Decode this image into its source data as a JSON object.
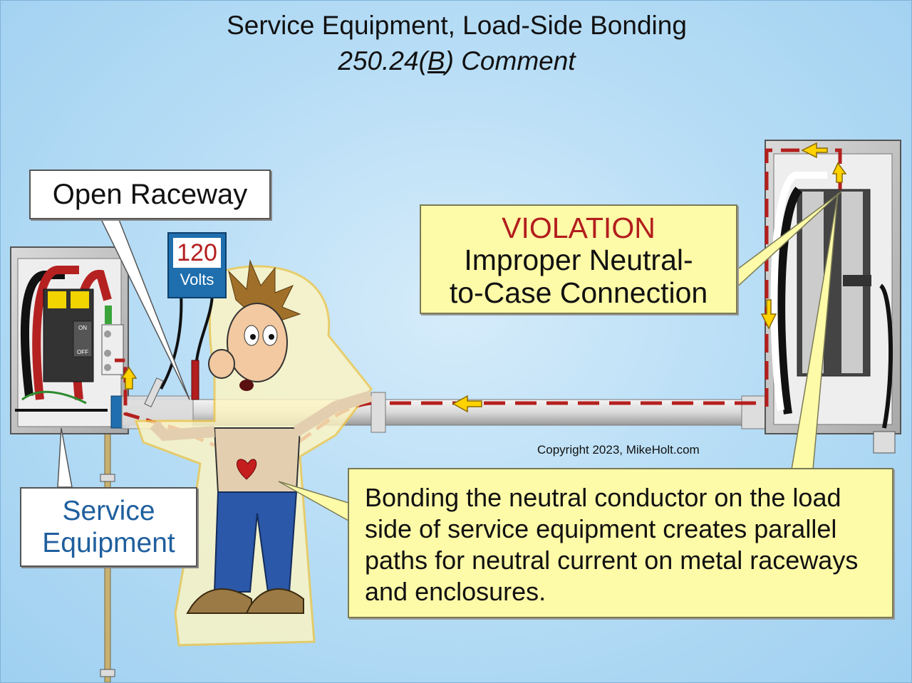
{
  "title": {
    "line1": "Service Equipment, Load-Side Bonding",
    "line2_pre": "250.24(",
    "line2_u": "B",
    "line2_post": ") Comment"
  },
  "callouts": {
    "open_raceway": "Open Raceway",
    "service_equipment_1": "Service",
    "service_equipment_2": "Equipment",
    "violation_title": "VIOLATION",
    "violation_line1": "Improper Neutral-",
    "violation_line2": "to-Case Connection",
    "bonding_text": "Bonding the neutral conductor on the load side of service equipment creates parallel paths for neutral current on metal raceways and enclosures."
  },
  "meter": {
    "value": "120",
    "unit": "Volts"
  },
  "breaker_labels": {
    "on": "ON",
    "off": "OFF"
  },
  "copyright": "Copyright 2023, MikeHolt.com",
  "colors": {
    "background": "#b9def6",
    "callout_yellow": "#fdfaa8",
    "violation_red": "#b31e1e",
    "service_blue": "#1f5f9e",
    "current_path": "#b3201e",
    "arrow_yellow": "#ffd200"
  }
}
